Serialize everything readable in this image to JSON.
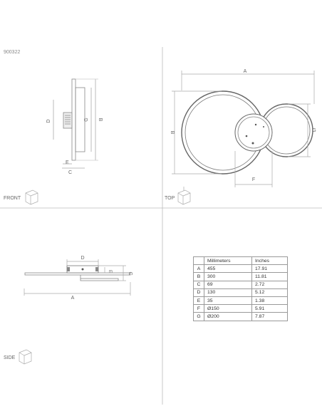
{
  "product_code": "900322",
  "views": {
    "front": "FRONT",
    "top": "TOP",
    "side": "SIDE"
  },
  "dimension_letters": {
    "a": "A",
    "b": "B",
    "c": "C",
    "d": "D",
    "e": "E",
    "f": "F",
    "g": "G"
  },
  "table": {
    "headers": [
      "",
      "Millimeters",
      "Inches"
    ],
    "rows": [
      {
        "key": "A",
        "mm": "455",
        "in": "17.91"
      },
      {
        "key": "B",
        "mm": "300",
        "in": "11.81"
      },
      {
        "key": "C",
        "mm": "69",
        "in": "2.72"
      },
      {
        "key": "D",
        "mm": "130",
        "in": "5.12"
      },
      {
        "key": "E",
        "mm": "35",
        "in": "1.38"
      },
      {
        "key": "F",
        "mm": "Ø150",
        "in": "5.91"
      },
      {
        "key": "G",
        "mm": "Ø200",
        "in": "7.87"
      }
    ]
  },
  "colors": {
    "line": "#999999",
    "ring": "#666666",
    "divider": "#bbbbbb"
  }
}
